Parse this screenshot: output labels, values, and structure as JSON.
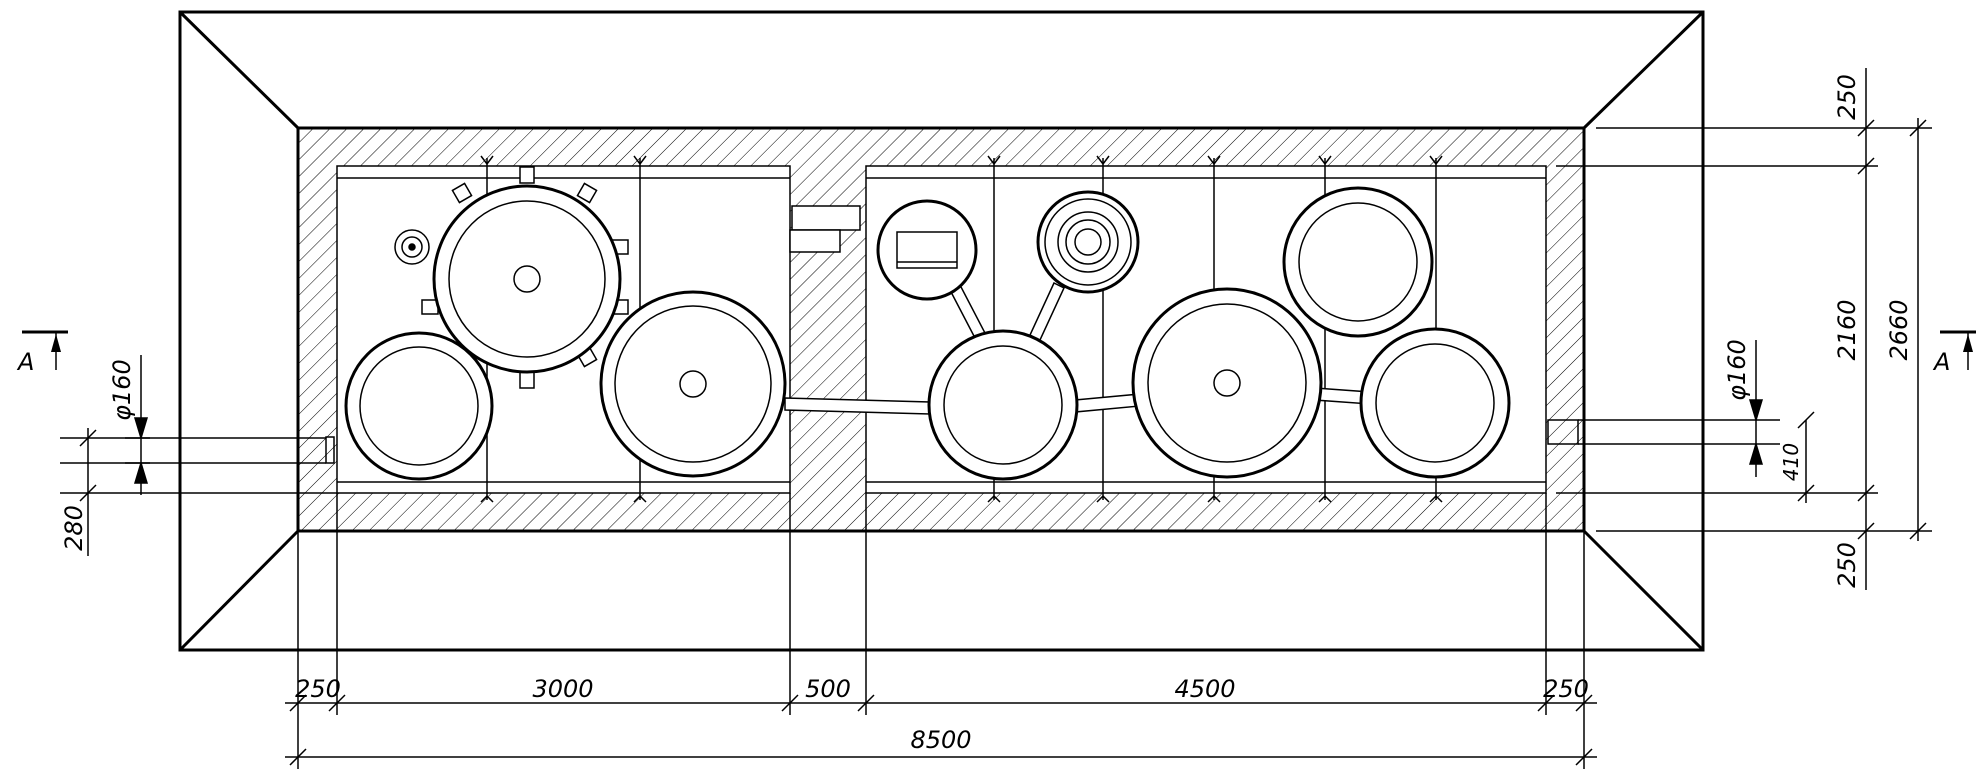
{
  "section_mark": "A",
  "dimensions": {
    "bottom": {
      "wall_left": "250",
      "chamber_left": "3000",
      "partition": "500",
      "chamber_right": "4500",
      "wall_right": "250",
      "overall": "8500"
    },
    "right": {
      "wall_top": "250",
      "inner_height": "2160",
      "overall": "2660",
      "wall_bottom": "250",
      "pipe_diameter": "φ160",
      "pipe_offset": "410"
    },
    "left": {
      "pipe_diameter": "φ160",
      "pipe_offset": "280"
    }
  },
  "colors": {
    "line": "#000000",
    "background": "#ffffff"
  }
}
